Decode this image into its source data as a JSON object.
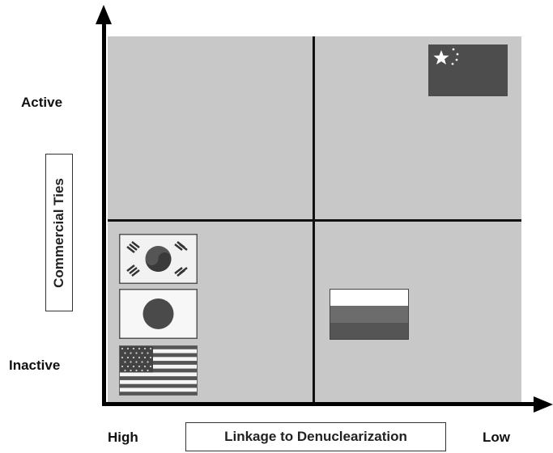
{
  "y_axis": {
    "title": "Commercial Ties",
    "top_label": "Active",
    "bottom_label": "Inactive"
  },
  "x_axis": {
    "title": "Linkage to Denuclearization",
    "left_label": "High",
    "right_label": "Low"
  },
  "colors": {
    "quadrant": "#c8c8c8",
    "china_flag": "#4d4d4d",
    "japan_disc": "#4a4a4a",
    "russia_mid": "#6c6c6c",
    "russia_bottom": "#555555"
  },
  "flags": [
    {
      "name": "china-flag",
      "quadrant": "top-right"
    },
    {
      "name": "south-korea-flag",
      "quadrant": "bottom-left"
    },
    {
      "name": "japan-flag",
      "quadrant": "bottom-left"
    },
    {
      "name": "usa-flag",
      "quadrant": "bottom-left"
    },
    {
      "name": "russia-flag",
      "quadrant": "bottom-right"
    }
  ]
}
